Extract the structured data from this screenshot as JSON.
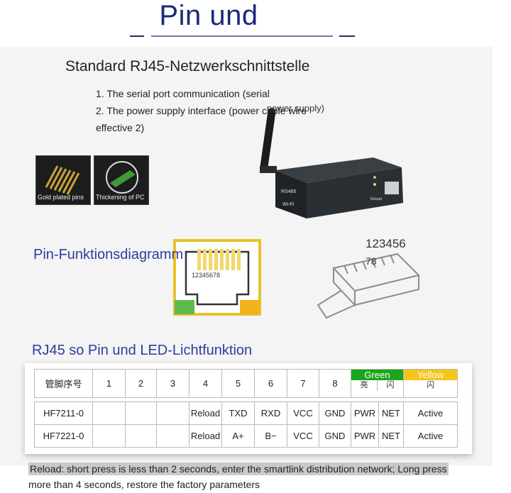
{
  "header": {
    "title": "Pin und"
  },
  "intro": {
    "subtitle": "Standard RJ45-Netzwerkschnittstelle",
    "items": [
      "1. The serial port communication (serial",
      "2. The power supply interface (power cable wire",
      "effective 2)"
    ],
    "overlay_text": "power supply)"
  },
  "thumbnails": [
    {
      "caption": "Gold plated pins"
    },
    {
      "caption": "Thickening of PC"
    }
  ],
  "device": {
    "label_model": "RS485",
    "label_wifi": "Wi-Fi",
    "label_reload": "Reload"
  },
  "pin_section": {
    "title": "Pin-Funktionsdiagramm",
    "connector_numbers": "12345678",
    "plug_numbers_a": "123456",
    "plug_numbers_b": "78"
  },
  "led_section": {
    "title": "RJ45 so Pin und LED-Lichtfunktion"
  },
  "pin_table": {
    "header_label": "管脚序号",
    "pins": [
      "1",
      "2",
      "3",
      "4",
      "5",
      "6",
      "7",
      "8"
    ],
    "green": {
      "label": "Green",
      "sub": [
        "亮",
        "闪"
      ]
    },
    "yellow": {
      "label": "Yellow",
      "sub": "闪"
    },
    "rows": [
      {
        "model": "HF7211-0",
        "cells": [
          "",
          "",
          "",
          "Reload",
          "TXD",
          "RXD",
          "VCC",
          "GND"
        ],
        "leds": [
          "PWR",
          "NET",
          "Active"
        ]
      },
      {
        "model": "HF7221-0",
        "cells": [
          "",
          "",
          "",
          "Reload",
          "A+",
          "B−",
          "VCC",
          "GND"
        ],
        "leds": [
          "PWR",
          "NET",
          "Active"
        ]
      }
    ],
    "colors": {
      "green": "#1aa51a",
      "yellow": "#f6c51c"
    }
  },
  "note": {
    "line1": "Reload: short press is less than 2 seconds, enter the smartlink distribution network; Long press",
    "line2": "more than 4 seconds, restore the factory parameters"
  }
}
